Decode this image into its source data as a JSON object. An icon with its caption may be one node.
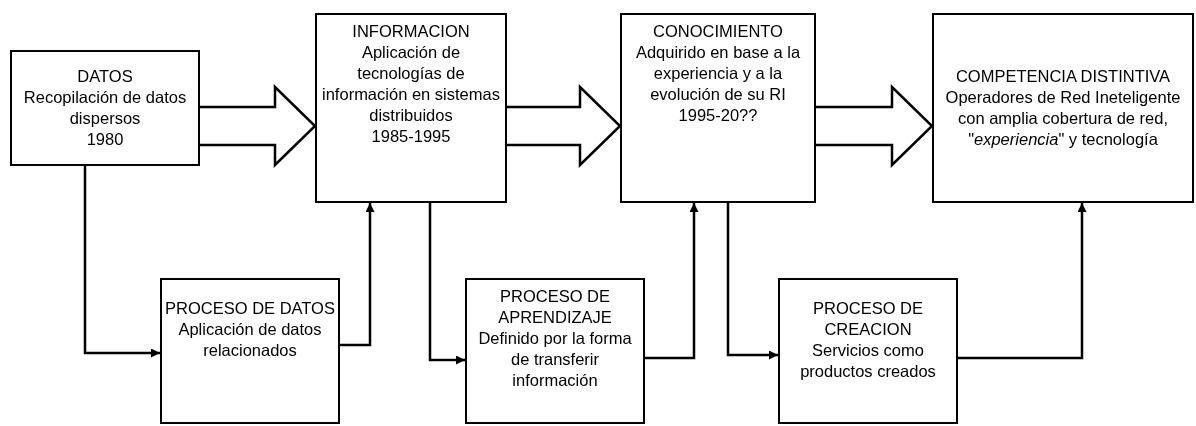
{
  "diagram": {
    "nodes": [
      {
        "text": [
          "DATOS",
          "Recopilación de datos dispersos",
          "1980"
        ]
      },
      {
        "text": [
          "INFORMACION",
          "Aplicación de tecnologías de información en sistemas distribuidos",
          "1985-1995"
        ]
      },
      {
        "text": [
          "CONOCIMIENTO",
          "Adquirido en base a la experiencia y a la evolución de su RI",
          "1995-20??"
        ]
      },
      {
        "text": [
          "COMPETENCIA DISTINTIVA",
          "Operadores de Red Ineteligente con amplia cobertura de red, \"*experiencia*\" y tecnología"
        ]
      },
      {
        "text": [
          "PROCESO DE DATOS",
          "Aplicación de datos relacionados"
        ]
      },
      {
        "text": [
          "PROCESO DE APRENDIZAJE",
          "Definido por la forma de transferir información"
        ]
      },
      {
        "text": [
          "PROCESO DE CREACION",
          "Servicios como productos creados"
        ]
      }
    ],
    "edges": [
      {
        "from": 0,
        "to": 1,
        "arrow": "to"
      },
      {
        "from": 1,
        "to": 2,
        "arrow": "to"
      },
      {
        "from": 2,
        "to": 3,
        "arrow": "to"
      },
      {
        "from": 0,
        "to": 4,
        "arrow": "to"
      },
      {
        "from": 4,
        "to": 1,
        "arrow": "to"
      },
      {
        "from": 1,
        "to": 5,
        "arrow": "to"
      },
      {
        "from": 5,
        "to": 2,
        "arrow": "to"
      },
      {
        "from": 2,
        "to": 6,
        "arrow": "to"
      },
      {
        "from": 6,
        "to": 3,
        "arrow": "to"
      }
    ]
  }
}
